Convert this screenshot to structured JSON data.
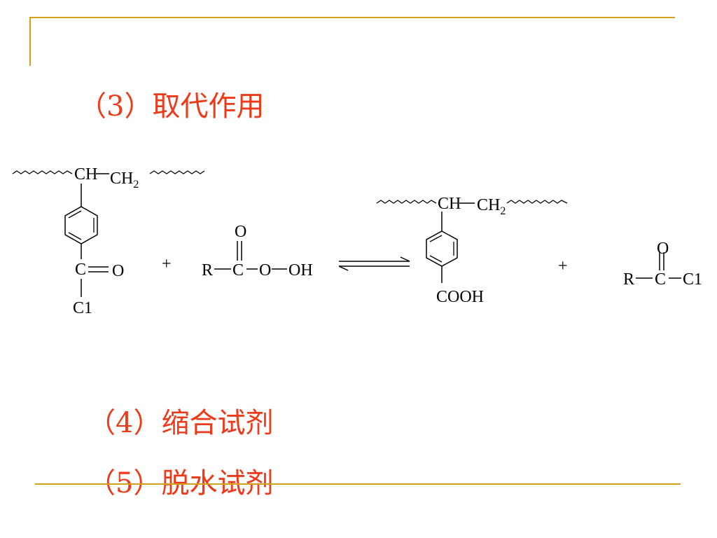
{
  "headings": {
    "item3": "（3）取代作用",
    "item4": "（4）缩合试剂",
    "item5": "（5）脱水试剂"
  },
  "reactant1": {
    "ch": "CH",
    "ch2": "CH",
    "ch2_sub": "2",
    "carbonyl_c": "C",
    "carbonyl_o": "O",
    "chlorine": "C1"
  },
  "reactant2": {
    "r": "R",
    "c": "C",
    "o_top": "O",
    "o_mid": "O",
    "oh": "OH"
  },
  "product1": {
    "ch": "CH",
    "ch2": "CH",
    "ch2_sub": "2",
    "cooh": "COOH"
  },
  "product2": {
    "r": "R",
    "c": "C",
    "o_top": "O",
    "cl": "C1"
  },
  "plus": "+",
  "colors": {
    "heading": "#ee3a1a",
    "frame": "#d4a017",
    "structure": "#000000"
  }
}
